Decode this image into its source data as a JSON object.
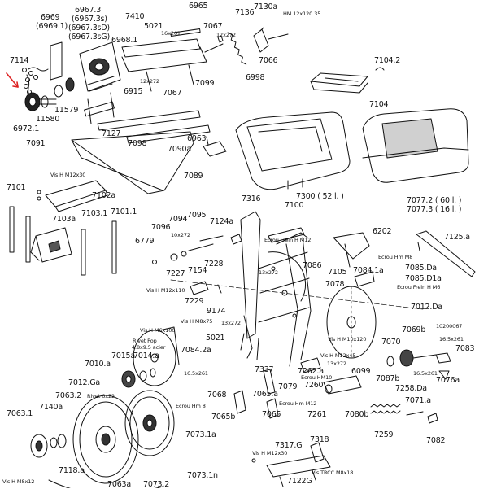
{
  "diagram": {
    "labels": {
      "p6969": "6969",
      "p6969_1": "(6969.1)",
      "p6967_3": "6967.3",
      "p6967_3s": "(6967.3s)",
      "p6967_3sD": "(6967.3sD)",
      "p6967_3sG": "(6967.3sG)",
      "p7410": "7410",
      "p5021a": "5021",
      "p16x261a": "16x261",
      "p6965": "6965",
      "p12x272a": "12x272",
      "p7067a": "7067",
      "p7136": "7136",
      "p7130a": "7130a",
      "hm12x120": "HM 12x120.35",
      "p7114": "7114",
      "p6968_1": "6968.1",
      "p7066": "7066",
      "p7104_2": "7104.2",
      "p7099": "7099",
      "p6998": "6998",
      "p12x272b": "12x272",
      "p6915": "6915",
      "p7067b": "7067",
      "p11579": "11579",
      "p11580": "11580",
      "p7104": "7104",
      "p6972_1": "6972.1",
      "p7127": "7127",
      "p7098": "7098",
      "p6963": "6963",
      "p7091": "7091",
      "p7090a": "7090a",
      "p7089": "7089",
      "p7300": "7300 ( 52 l. )",
      "p7077_2": "7077.2 ( 60 l. )",
      "p7077_3": "7077.3 ( 16 l. )",
      "vishm12x30a": "Vis H M12x30",
      "p7101": "7101",
      "p7102a": "7102a",
      "p7316": "7316",
      "p7100": "7100",
      "p7103a": "7103a",
      "p7103_1": "7103.1",
      "p7101_1": "7101.1",
      "p7096": "7096",
      "p7094": "7094",
      "p7095": "7095",
      "p7124a": "7124a",
      "ecrou12a": "Ecrou Frein H M12",
      "p6202": "6202",
      "p7125a": "7125.a",
      "p6779": "6779",
      "p10x272": "10x272",
      "p13x272a": "13x272",
      "p7086": "7086",
      "ecrouhm8a": "Ecrou Hm M8",
      "p7085Da": "7085.Da",
      "p7227": "7227",
      "p7154": "7154",
      "p7228": "7228",
      "p7084_1a": "7084.1a",
      "p7085D1a": "7085.D1a",
      "p7105": "7105",
      "p7078": "7078",
      "ecroufreinm6": "Ecrou Frein H M6",
      "vishm12x110": "Vis H M12x110",
      "p7229": "7229",
      "p9174": "9174",
      "p7012Da": "7012.Da",
      "vishm8x75": "Vis H M8x75",
      "p13x272b": "13x272",
      "p10200067": "10200067",
      "vishm6x100": "Vis H M6x100",
      "p5021b": "5021",
      "vishm10x120": "Vis H M10x120",
      "p7069b": "7069b",
      "rivetpop": "Rivet Pop",
      "rivetacier": "4.8x9.5 acier",
      "p7070": "7070",
      "p16_5x261a": "16.5x261",
      "p7015a": "7015a",
      "p7014a": "7014.a",
      "p7084_2a": "7084.2a",
      "vishm12x45": "Vis H M12x45",
      "p13x272c": "13x272",
      "p7083": "7083",
      "p7010a": "7010.a",
      "p7262a": "7262.a",
      "p6099": "6099",
      "p16_5x261b": "16.5x261",
      "p16_5x261c": "16.5x261",
      "p7337": "7337",
      "ecrouhm10": "Ecrou HM10",
      "p7087b": "7087b",
      "p7076a": "7076a",
      "p7012Ga": "7012.Ga",
      "rivet6x22": "Rivet 6x22",
      "p7079": "7079",
      "p7260": "7260",
      "p7258Da": "7258.Da",
      "p7063_2": "7063.2",
      "ecrouhm8b": "Ecrou Hm 8",
      "p7068": "7068",
      "p7065a": "7065.a",
      "ecrouhm12": "Ecrou Hm M12",
      "p7071a": "7071.a",
      "p7140a": "7140a",
      "p7065b": "7065b",
      "p7065": "7065",
      "p7261": "7261",
      "p7080b": "7080b",
      "p7063_1": "7063.1",
      "p7073_1a": "7073.1a",
      "p7259": "7259",
      "p7082": "7082",
      "p7318": "7318",
      "vishm12x30b": "Vis H M12x30",
      "p7317G": "7317.G",
      "p7118a": "7118.a",
      "vistrcc": "Vis TRCC M8x18",
      "vishm8x12": "Vis H M8x12",
      "p7073_1n": "7073.1n",
      "p7122G": "7122G",
      "p7063a": "7063a",
      "p7073_2": "7073.2"
    }
  }
}
